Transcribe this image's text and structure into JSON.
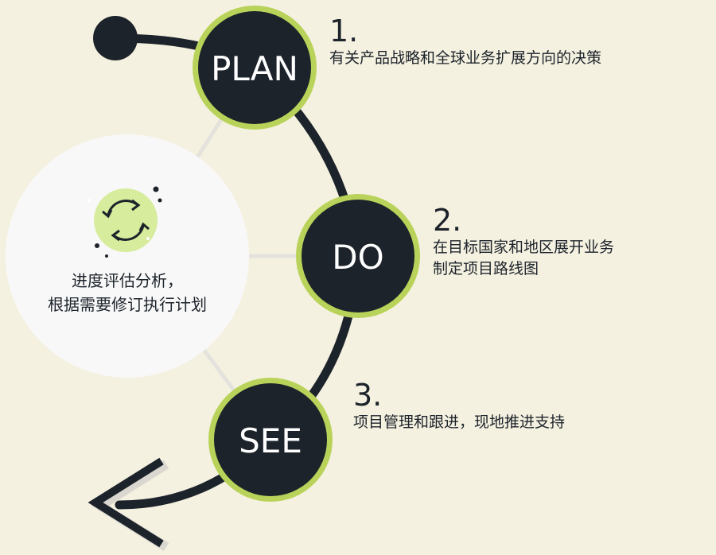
{
  "phases": [
    {
      "label": "PLAN",
      "number": "1.",
      "description": "有关产品战略和全球业务扩展方向的决策"
    },
    {
      "label": "DO",
      "number": "2.",
      "description": "在目标国家和地区展开业务\n制定项目路线图"
    },
    {
      "label": "SEE",
      "number": "3.",
      "description": "项目管理和跟进，现地推进支持"
    }
  ],
  "review": {
    "text": "进度评估分析，\n根据需要修订执行计划",
    "icon": "refresh-cycle-icon"
  },
  "colors": {
    "background": "#f5f1e0",
    "node_fill": "#1c232b",
    "node_ring": "#b9d35a",
    "icon_bg": "#d7ec9c",
    "review_circle": "#f8f8f8",
    "spoke": "#e2e0da"
  }
}
